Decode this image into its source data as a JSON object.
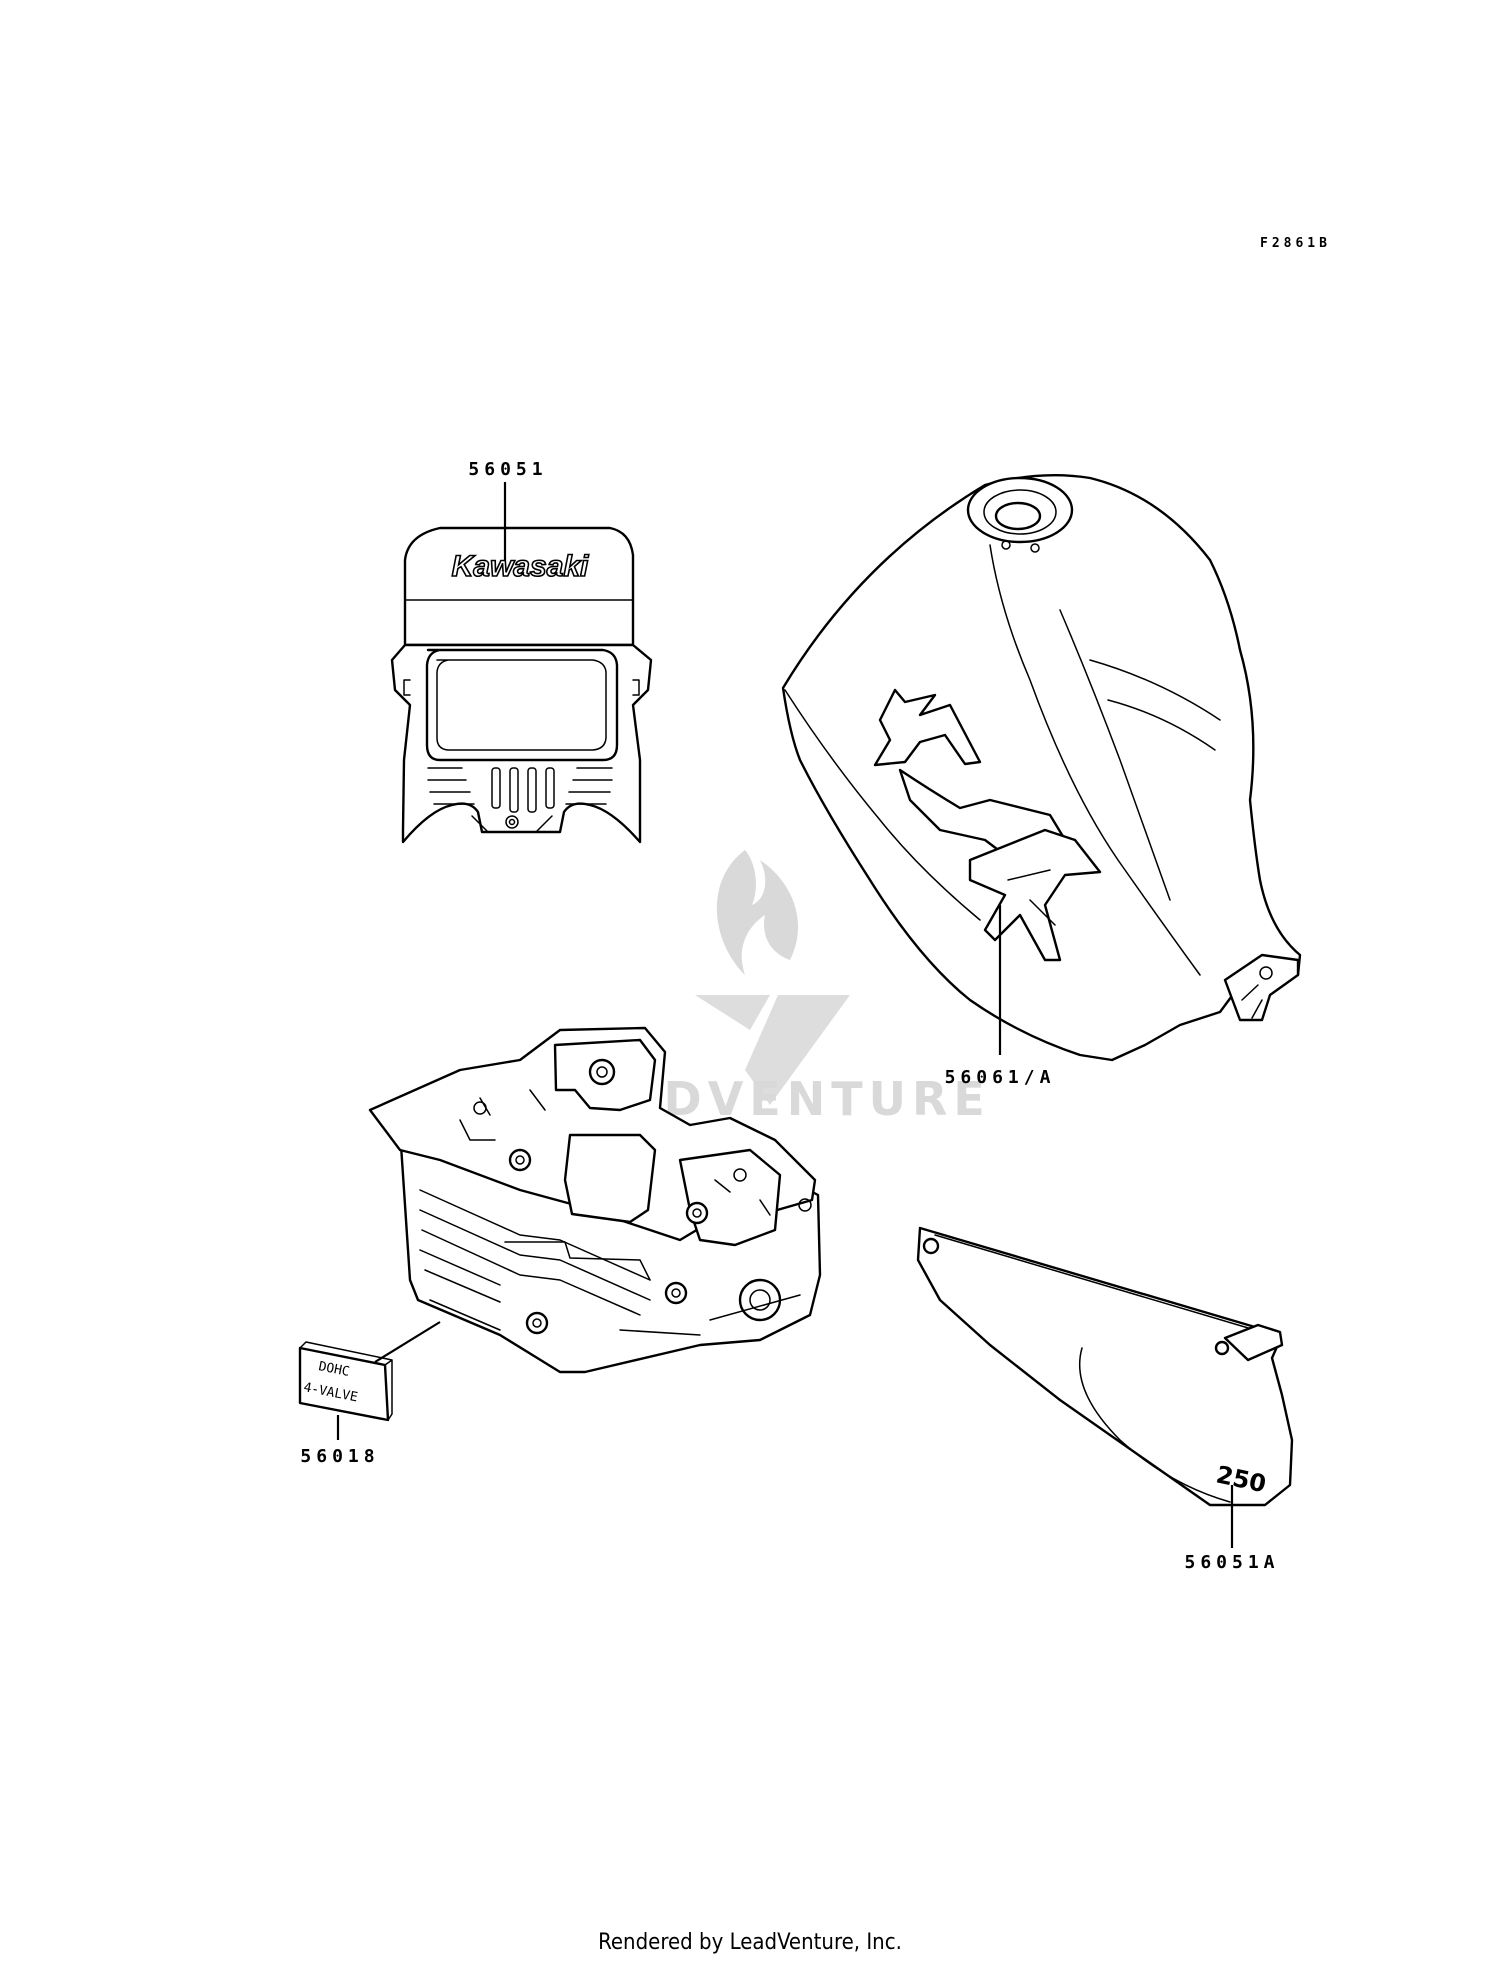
{
  "diagram_code": "F2861B",
  "watermark": {
    "logo": "leadventure-flame-v-logo",
    "text": "LEADVENTURE"
  },
  "parts": [
    {
      "number": "56051",
      "part": "headlight-number-plate"
    },
    {
      "number": "56061/A",
      "part": "fuel-tank"
    },
    {
      "number": "56018",
      "part": "cylinder-head-label"
    },
    {
      "number": "56051A",
      "part": "side-cover"
    }
  ],
  "decal_text": {
    "brand": "Kawasaki",
    "valve_label_line1": "DOHC",
    "valve_label_line2": "4-VALVE",
    "side_number": "250"
  },
  "footer": "Rendered by LeadVenture, Inc."
}
